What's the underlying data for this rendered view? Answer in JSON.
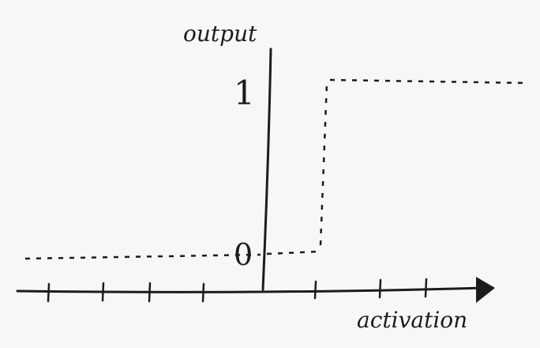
{
  "chart_data": {
    "type": "line",
    "xlabel": "activation",
    "ylabel": "output",
    "y_ticks": [
      "0",
      "1"
    ],
    "series": [
      {
        "style": "dashed",
        "points": [
          {
            "x": -1,
            "y": 0
          },
          {
            "x": 0,
            "y": 0
          },
          {
            "x": 0.4,
            "y": 0
          },
          {
            "x": 0.4,
            "y": 1
          },
          {
            "x": 1.2,
            "y": 1
          }
        ]
      }
    ],
    "x_tick_count_left": 4,
    "x_tick_count_right": 3,
    "grid": false
  },
  "colors": {
    "ink": "#1c1c1c",
    "paper": "#f7f7f5"
  }
}
